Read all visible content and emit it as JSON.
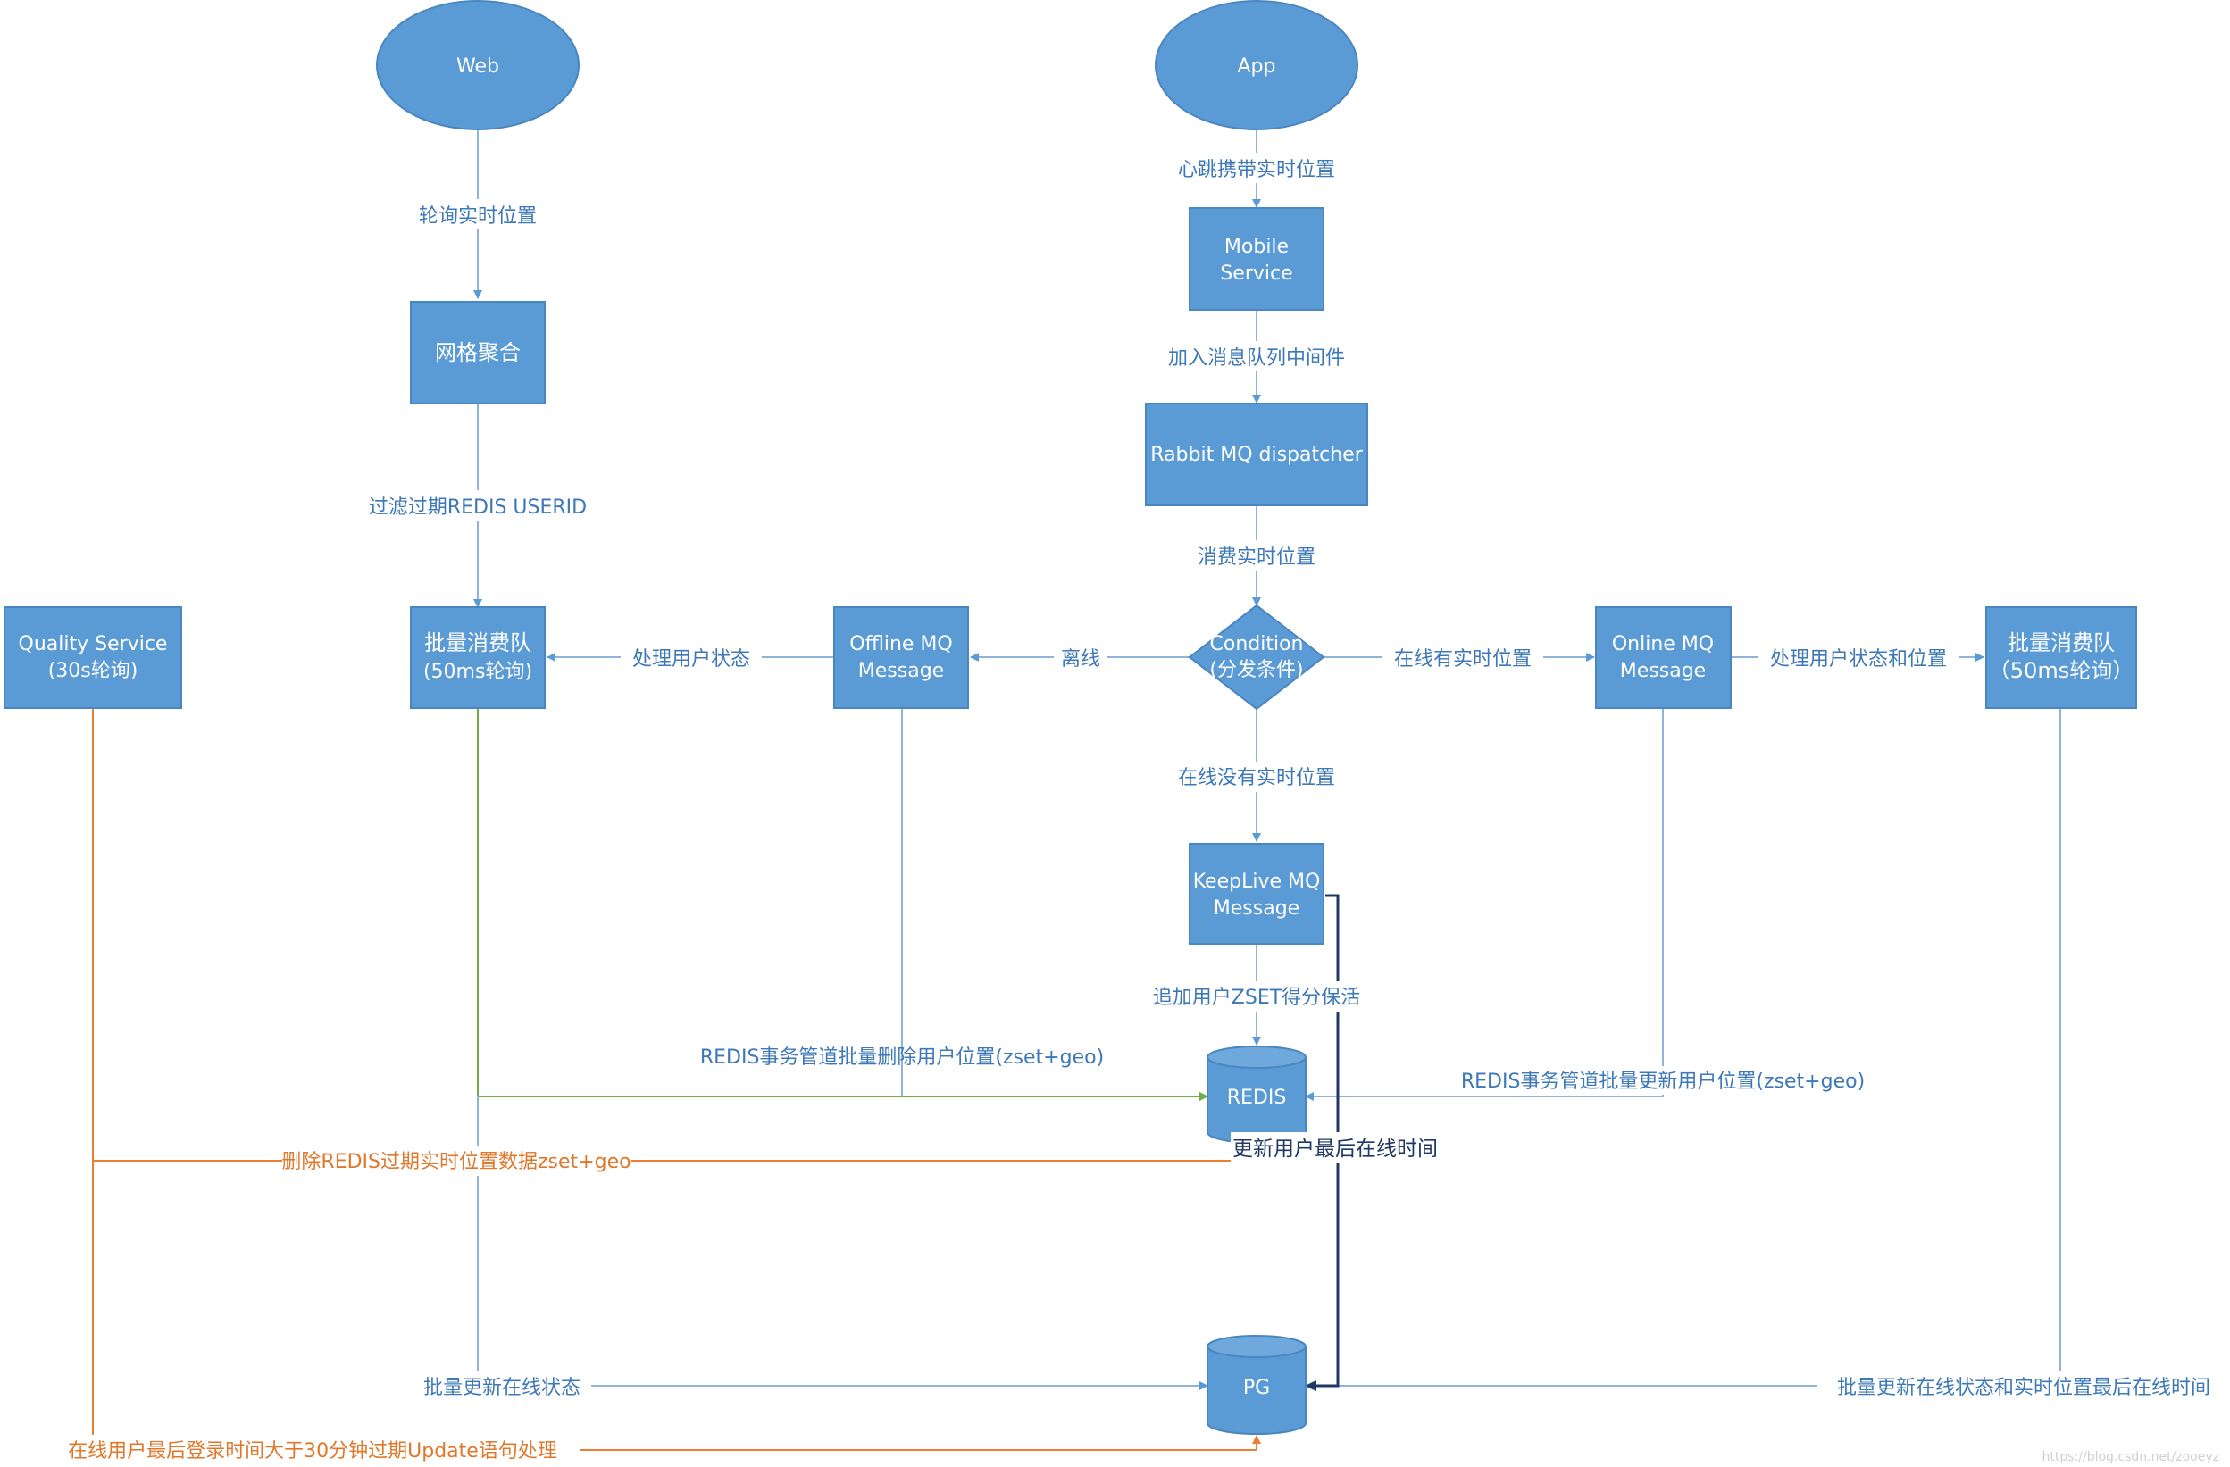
{
  "nodes": {
    "web": "Web",
    "app": "App",
    "mobile_service": [
      "Mobile",
      "Service"
    ],
    "grid_aggregation": "网格聚合",
    "rabbit_mq": "Rabbit MQ dispatcher",
    "condition": [
      "Condition",
      "(分发条件)"
    ],
    "quality_service": [
      "Quality Service",
      "(30s轮询)"
    ],
    "batch_queue_left": [
      "批量消费队",
      "(50ms轮询)"
    ],
    "offline_mq": [
      "Offline MQ",
      "Message"
    ],
    "online_mq": [
      "Online MQ",
      "Message"
    ],
    "batch_queue_right": [
      "批量消费队",
      "（50ms轮询）"
    ],
    "keeplive_mq": [
      "KeepLive MQ",
      "Message"
    ],
    "redis": "REDIS",
    "pg": "PG"
  },
  "edges": {
    "web_poll": "轮询实时位置",
    "app_heartbeat": "心跳携带实时位置",
    "add_to_queue": "加入消息队列中间件",
    "filter_expired": "过滤过期REDIS  USERID",
    "consume_realtime": "消费实时位置",
    "offline": "离线",
    "online_with_location": "在线有实时位置",
    "handle_user_status": "处理用户状态",
    "handle_status_location": "处理用户状态和位置",
    "online_no_location": "在线没有实时位置",
    "append_zset": "追加用户ZSET得分保活",
    "redis_batch_delete": "REDIS事务管道批量删除用户位置(zset+geo)",
    "redis_batch_update": "REDIS事务管道批量更新用户位置(zset+geo)",
    "update_last_online": "更新用户最后在线时间",
    "delete_expired_redis": "删除REDIS过期实时位置数据zset+geo",
    "batch_update_online": "批量更新在线状态",
    "batch_update_online_location": "批量更新在线状态和实时位置最后在线时间",
    "expired_update_sql": "在线用户最后登录时间大于30分钟过期Update语句处理"
  },
  "watermark": "https://blog.csdn.net/zooeyz",
  "colors": {
    "node_fill": "#5b9bd5",
    "node_stroke": "#4a86c0",
    "line_blue": "#8fb4dc",
    "line_green": "#70ad47",
    "line_orange": "#ed7d31",
    "line_dark": "#203864"
  }
}
